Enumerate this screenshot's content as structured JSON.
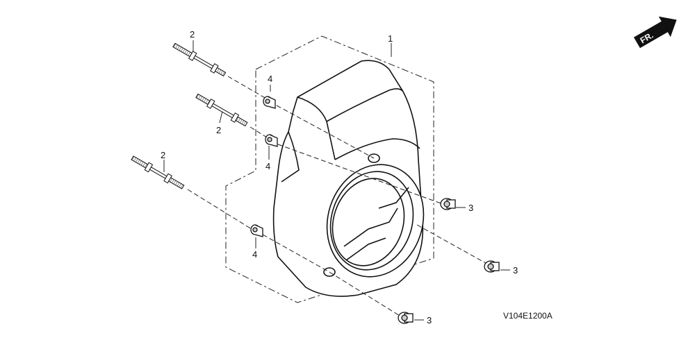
{
  "diagram": {
    "drawing_code": "V104E1200A",
    "direction_indicator": "FR.",
    "callouts": {
      "cover": "1",
      "stud_top": "2",
      "stud_middle": "2",
      "stud_bottom": "2",
      "collar_top": "4",
      "collar_middle": "4",
      "collar_bottom": "4",
      "nut_upper": "3",
      "nut_middle": "3",
      "nut_lower": "3"
    }
  }
}
